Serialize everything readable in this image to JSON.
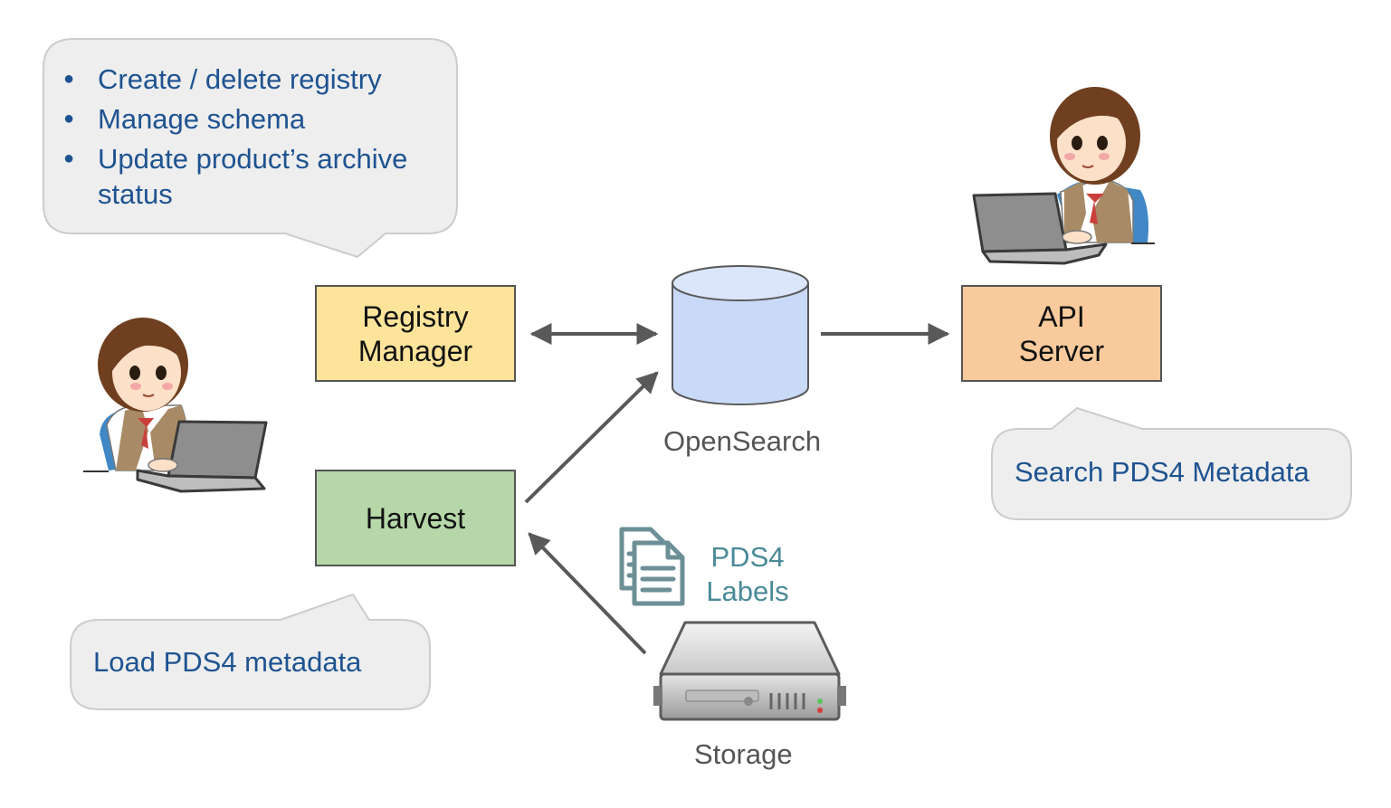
{
  "registry_manager": {
    "line1": "Registry",
    "line2": "Manager"
  },
  "harvest": {
    "label": "Harvest"
  },
  "api_server": {
    "line1": "API",
    "line2": "Server"
  },
  "opensearch": {
    "label": "OpenSearch"
  },
  "storage": {
    "label": "Storage"
  },
  "pds4_labels": {
    "line1": "PDS4",
    "line2": "Labels"
  },
  "bubbles": {
    "registry_tasks": [
      "Create / delete registry",
      "Manage schema",
      "Update product’s archive",
      "status"
    ],
    "load": "Load PDS4 metadata",
    "search": "Search PDS4 Metadata"
  },
  "colors": {
    "registry_fill": "#fde49a",
    "harvest_fill": "#b6d7a8",
    "api_fill": "#f9cb9c",
    "database_fill": "#c9daf8",
    "bubble_fill": "#eeeeee",
    "bubble_text": "#1e5391",
    "arrow": "#595959"
  },
  "icons": {
    "user_left": "woman-with-laptop-icon",
    "user_right": "woman-with-laptop-icon",
    "database": "database-cylinder-icon",
    "documents": "documents-icon",
    "storage": "server-icon"
  }
}
